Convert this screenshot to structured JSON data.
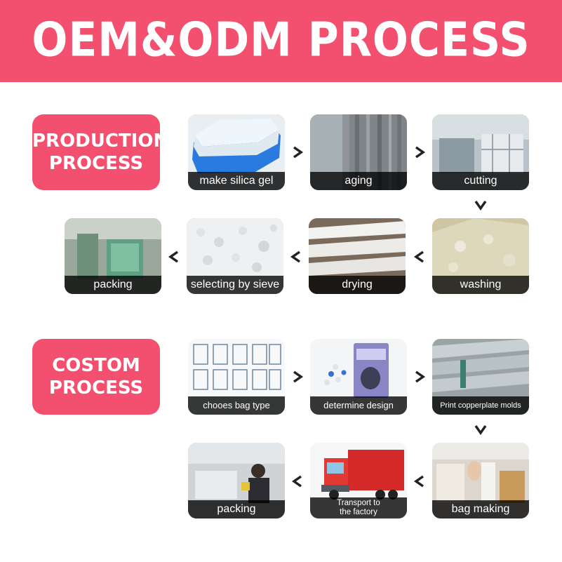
{
  "header": {
    "title": "OEM&ODM PROCESS"
  },
  "production": {
    "badge_line1": "PRODUCTION",
    "badge_line2": "PROCESS",
    "steps": [
      "make silica gel",
      "aging",
      "cutting",
      "washing",
      "drying",
      "selecting by sieve",
      "packing"
    ]
  },
  "custom": {
    "badge_line1": "COSTOM",
    "badge_line2": "PROCESS",
    "steps": [
      "chooes bag type",
      "determine design",
      "Print copperplate molds",
      "bag making",
      "Transport to",
      "the factory",
      "packing"
    ]
  },
  "colors": {
    "accent": "#f2506e",
    "caption_bg": "#000000",
    "text_on_accent": "#ffffff"
  },
  "icons": {
    "arrow_right": "chevron-right-icon",
    "arrow_left": "chevron-left-icon",
    "arrow_down": "chevron-down-icon"
  }
}
